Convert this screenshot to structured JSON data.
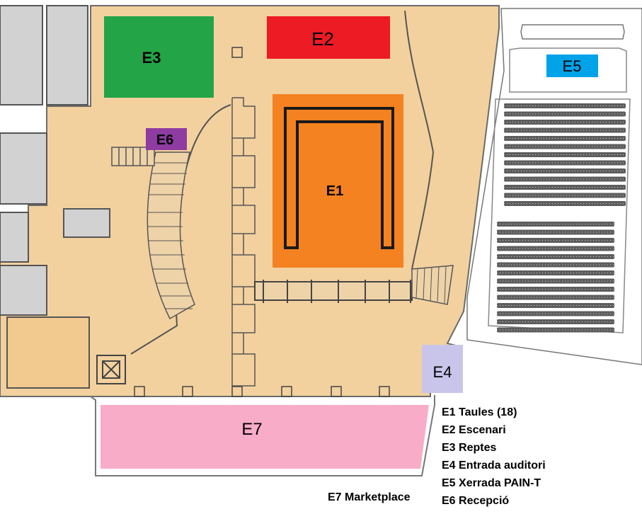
{
  "zones": {
    "e1": {
      "label": "E1",
      "color": "#f58220"
    },
    "e2": {
      "label": "E2",
      "color": "#ed1c24"
    },
    "e3": {
      "label": "E3",
      "color": "#22a447"
    },
    "e4": {
      "label": "E4",
      "color": "#c9c4ea"
    },
    "e5": {
      "label": "E5",
      "color": "#00a2e8"
    },
    "e6": {
      "label": "E6",
      "color": "#8e3ca2"
    },
    "e7": {
      "label": "E7",
      "color": "#f9acc8"
    }
  },
  "colors": {
    "floor": "#f2d19e",
    "walls": "#c8c8c8",
    "outline": "#5a5a5a"
  },
  "legend": {
    "items": [
      "E1 Taules (18)",
      "E2 Escenari",
      "E3 Reptes",
      "E4 Entrada auditori",
      "E5 Xerrada PAIN-T",
      "E6 Recepció"
    ],
    "e7": "E7 Marketplace"
  }
}
